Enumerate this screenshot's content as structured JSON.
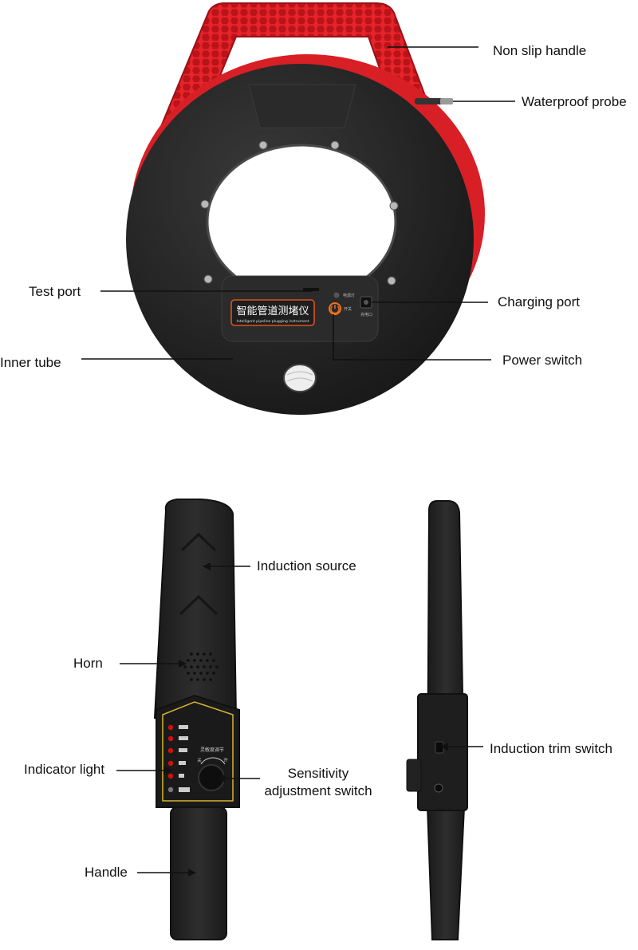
{
  "colors": {
    "handle_red": "#e8232a",
    "body_black": "#1f1f1f",
    "power_orange": "#f07020",
    "led_red": "#d01010",
    "panel_yellow": "#d8b430"
  },
  "device": {
    "badge_cn": "智能管道测堵仪",
    "badge_en": "Intelligent pipeline plugging instrument",
    "power_light_cn": "电源灯",
    "power_switch_cn": "开关",
    "charge_port_cn": "充电口"
  },
  "receiver": {
    "dial_cn": "灵敏度调节",
    "dial_low": "关",
    "dial_high": "开"
  },
  "labels": {
    "non_slip_handle": "Non slip handle",
    "waterproof_probe": "Waterproof probe",
    "test_port": "Test port",
    "charging_port": "Charging port",
    "inner_tube": "Inner tube",
    "power_switch": "Power switch",
    "induction_source": "Induction source",
    "horn": "Horn",
    "indicator_light": "Indicator light",
    "sensitivity_line1": "Sensitivity",
    "sensitivity_line2": "adjustment switch",
    "induction_trim_switch": "Induction trim switch",
    "handle": "Handle"
  }
}
